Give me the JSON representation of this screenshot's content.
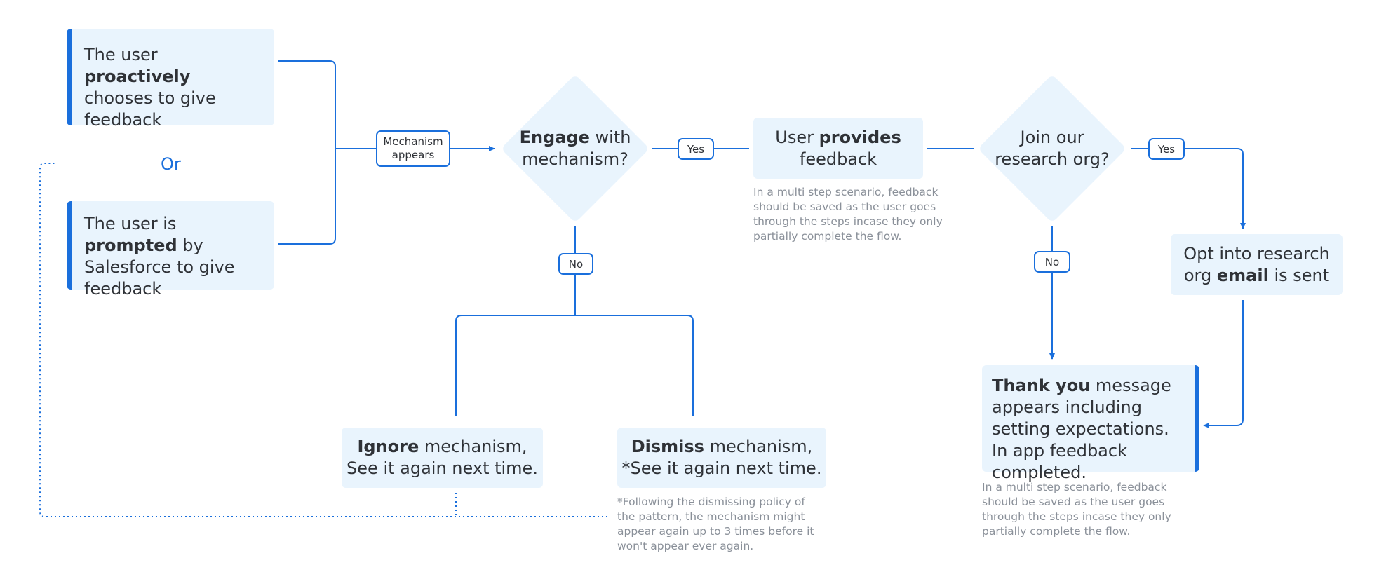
{
  "start_proactive": {
    "pre": "The user",
    "bold": "proactively",
    "post": "chooses to give feedback"
  },
  "or_label": "Or",
  "start_prompted": {
    "pre": "The user is",
    "bold": "prompted",
    "post": "by Salesforce to give feedback"
  },
  "mechanism_tag": {
    "line1": "Mechanism",
    "line2": "appears"
  },
  "engage_decision": {
    "bold": "Engage",
    "post": "with",
    "line2": "mechanism?"
  },
  "yes_label_1": "Yes",
  "no_label_1": "No",
  "provides_box": {
    "pre": "User",
    "bold": "provides",
    "line2": "feedback"
  },
  "provides_note": "In a multi step scenario, feedback should be saved as the user goes through the steps incase they only partially complete the flow.",
  "research_decision": {
    "line1": "Join our",
    "line2": "research org?"
  },
  "yes_label_2": "Yes",
  "no_label_2": "No",
  "opt_in_box": {
    "line1": "Opt into research",
    "pre": "org",
    "bold": "email",
    "post": "is sent"
  },
  "ignore_box": {
    "bold": "Ignore",
    "post": "mechanism,",
    "line2": "See it again next time."
  },
  "dismiss_box": {
    "bold": "Dismiss",
    "post": "mechanism,",
    "line2": "*See it again next time."
  },
  "dismiss_note": "*Following the dismissing policy of the pattern, the mechanism might appear again up to 3 times before it won't appear ever again.",
  "thankyou_box": {
    "bold": "Thank you",
    "post": "message appears including setting expectations. In app feedback completed."
  },
  "thankyou_note": "In a multi step scenario, feedback should be saved as the user goes through the steps incase they only partially complete the flow.",
  "colors": {
    "accent": "#1a6fdc",
    "box_fill": "#e9f4fd",
    "note_text": "#8a9099"
  }
}
